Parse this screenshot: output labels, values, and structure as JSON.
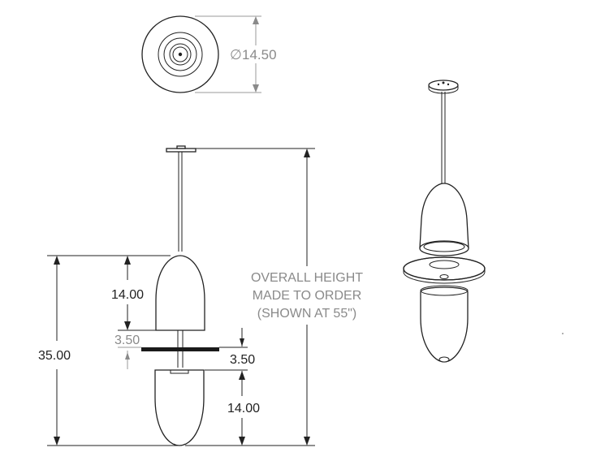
{
  "dimensions": {
    "diameter_symbol": "∅",
    "diameter_value": "14.50",
    "upper_shade_height": "14.00",
    "gap_upper": "3.50",
    "gap_lower": "3.50",
    "lower_shade_height": "14.00",
    "fixture_height": "35.00"
  },
  "note": {
    "line1": "OVERALL HEIGHT",
    "line2": "MADE TO ORDER",
    "line3": "(SHOWN AT 55\")"
  },
  "colors": {
    "line": "#222222",
    "dimension_grey": "#8a8a8a"
  }
}
